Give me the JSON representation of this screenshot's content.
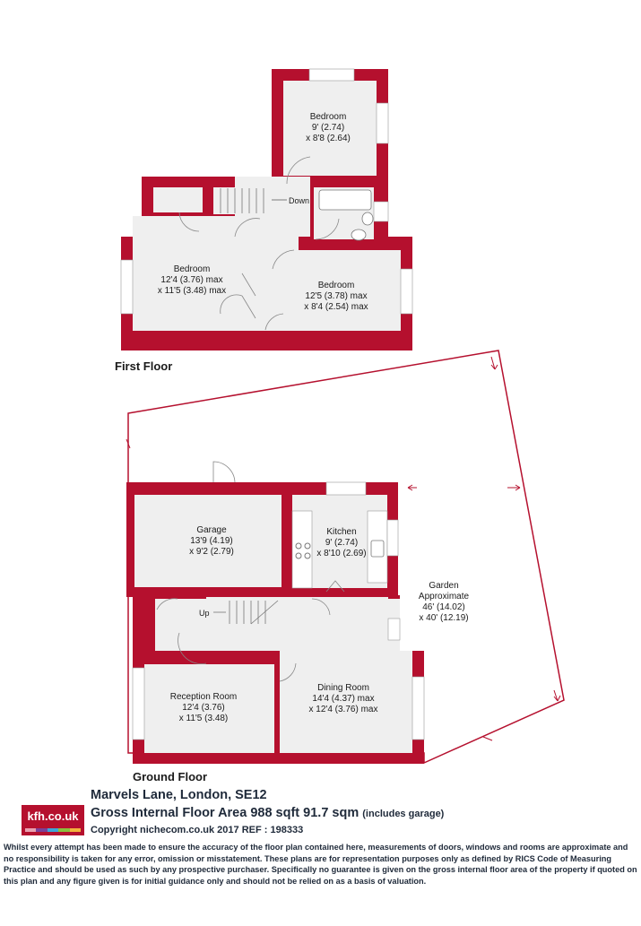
{
  "floors": {
    "first": "First Floor",
    "ground": "Ground Floor"
  },
  "rooms": {
    "bedroom_top": [
      "Bedroom",
      "9' (2.74)",
      "x 8'8 (2.64)"
    ],
    "bedroom_left": [
      "Bedroom",
      "12'4 (3.76) max",
      "x 11'5 (3.48) max"
    ],
    "bedroom_right": [
      "Bedroom",
      "12'5 (3.78) max",
      "x 8'4 (2.54) max"
    ],
    "garage": [
      "Garage",
      "13'9 (4.19)",
      "x 9'2 (2.79)"
    ],
    "kitchen": [
      "Kitchen",
      "9' (2.74)",
      "x 8'10 (2.69)"
    ],
    "garden": [
      "Garden",
      "Approximate",
      "46' (14.02)",
      "x 40' (12.19)"
    ],
    "reception": [
      "Reception Room",
      "12'4 (3.76)",
      "x 11'5 (3.48)"
    ],
    "dining": [
      "Dining Room",
      "14'4 (4.37) max",
      "x 12'4 (3.76) max"
    ]
  },
  "stairs": {
    "down": "Down",
    "up": "Up"
  },
  "colors": {
    "wall": "#b5102e",
    "floor": "#efefef",
    "ink": "#1f2a3a"
  },
  "footer": {
    "logo": "kfh.co.uk",
    "logo_stripes": [
      "#e8a0b0",
      "#7b3f98",
      "#3da5d9",
      "#8bbf3c",
      "#f2b33d"
    ],
    "address": "Marvels Lane, London, SE12",
    "area": "Gross Internal Floor Area 988 sqft 91.7 sqm",
    "area_note": "(includes garage)",
    "copyright": "Copyright nichecom.co.uk 2017 REF : 198333",
    "disclaimer": "Whilst every attempt has been made to ensure the accuracy of the floor plan contained here, measurements of doors, windows and rooms are approximate and no responsibility is taken for any error, omission or misstatement.  These plans are for representation purposes only as defined by RICS Code of Measuring Practice and should be used as such by any prospective purchaser.  Specifically no guarantee is given on the gross internal floor area of the property if quoted on this plan and any figure given is for initial guidance only and should not be relied on as a basis of valuation."
  }
}
